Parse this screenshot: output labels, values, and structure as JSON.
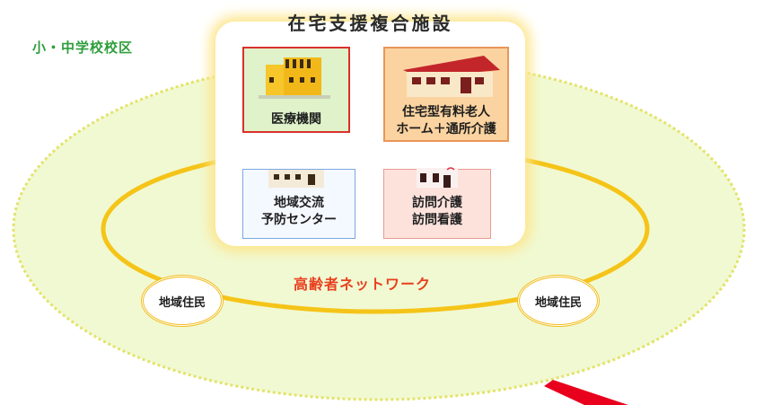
{
  "zone_label": "小・中学校校区",
  "facility_title": "在宅支援複合施設",
  "facilities": [
    {
      "label": "医療機関"
    },
    {
      "label_line1": "住宅型有料老人",
      "label_line2": "ホーム＋通所介護"
    },
    {
      "label_line1": "地域交流",
      "label_line2": "予防センター"
    },
    {
      "label_line1": "訪問介護",
      "label_line2": "訪問看護"
    }
  ],
  "network_label": "高齢者ネットワーク",
  "residents": [
    "地域住民",
    "地域住民"
  ],
  "colors": {
    "zone_fill": "#f1f9d2",
    "zone_border": "#e3e36a",
    "network_ring": "#f5c418",
    "network_text": "#e8401f",
    "zone_text": "#2e9e3c",
    "arrow": "#e8001c"
  }
}
